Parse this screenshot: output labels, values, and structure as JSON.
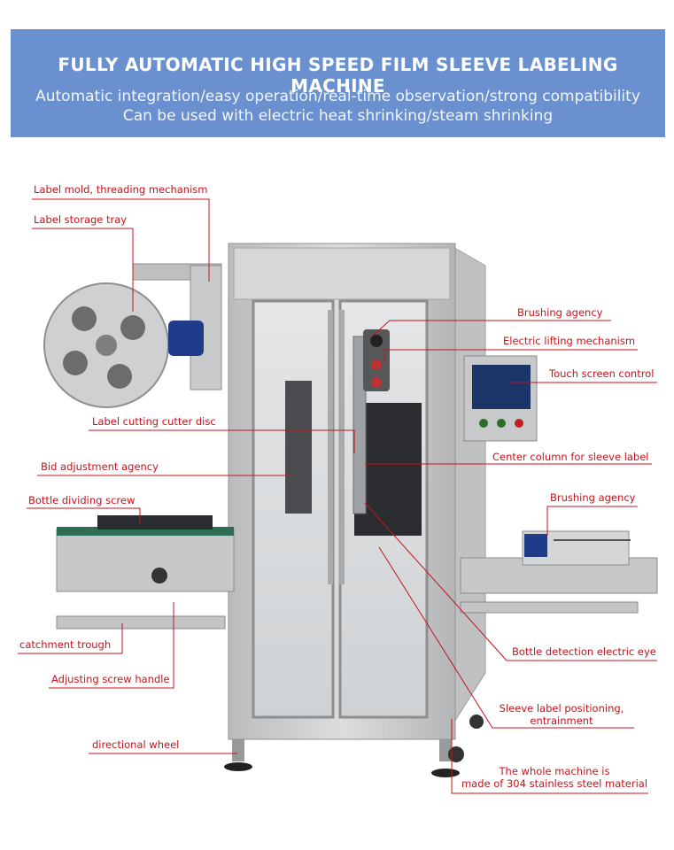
{
  "header": {
    "title": "FULLY AUTOMATIC HIGH SPEED FILM SLEEVE LABELING MACHINE",
    "subtitle_1": "Automatic integration/easy operation/real-time observation/strong compatibility",
    "subtitle_2": "Can be used with electric heat shrinking/steam shrinking"
  },
  "colors": {
    "banner": "#6a90cf",
    "callout": "#c4141c",
    "steel": "#c9cbcd",
    "conveyor": "#2e6e55"
  },
  "labels_left": [
    "Label mold, threading mechanism",
    "Label storage tray",
    "Label cutting cutter disc",
    "Bid adjustment agency",
    "Bottle dividing screw",
    "catchment trough",
    "Adjusting screw handle",
    "directional wheel"
  ],
  "labels_right": [
    "Brushing agency",
    "Electric lifting mechanism",
    "Touch screen control",
    "Center column for sleeve label",
    "Brushing agency",
    "Bottle detection electric eye",
    "Sleeve label positioning,",
    "entrainment",
    "The whole machine is",
    "made of 304 stainless steel material"
  ]
}
